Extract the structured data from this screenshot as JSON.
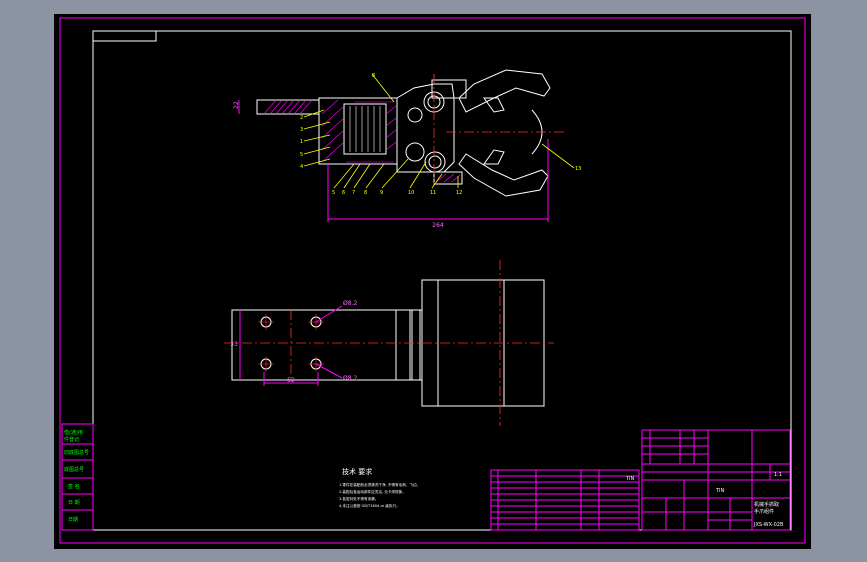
{
  "colors": {
    "background": "#8c93a3",
    "viewport": "#000000",
    "frame": "#ff00ff",
    "outline": "#ffffff",
    "centerline": "#ff2a2a",
    "leader": "#ffff00",
    "table_text": "#00ff00"
  },
  "drawing": {
    "dim_overall_width": "264",
    "dim_left_height": "22",
    "dim_plate_height": "33",
    "dim_plate_width": "52",
    "hole_label_top": "Ø8.2",
    "hole_label_bottom": "Ø8.2",
    "tech_req_title": "技术 要求",
    "tech_req_lines": [
      "1.零件在装配前必须清洗干净, 不得有毛刺、飞边。",
      "2.装配后各运动部件应灵活, 无卡滞现象。",
      "3.各密封处不得有渗漏。",
      "4.未注公差按 GB/T1804-m 级执行。"
    ]
  },
  "left_stamps": [
    "借(通)用",
    "件登记",
    "旧底图总号",
    "底图总号",
    "签 名",
    "日 期",
    "日期"
  ],
  "title_block": {
    "drawing_no": "JXS-WX-02B",
    "material_text": "TIN",
    "title_small": "机械手抓取",
    "title_sub": "手爪组件",
    "scale": "1:1"
  }
}
